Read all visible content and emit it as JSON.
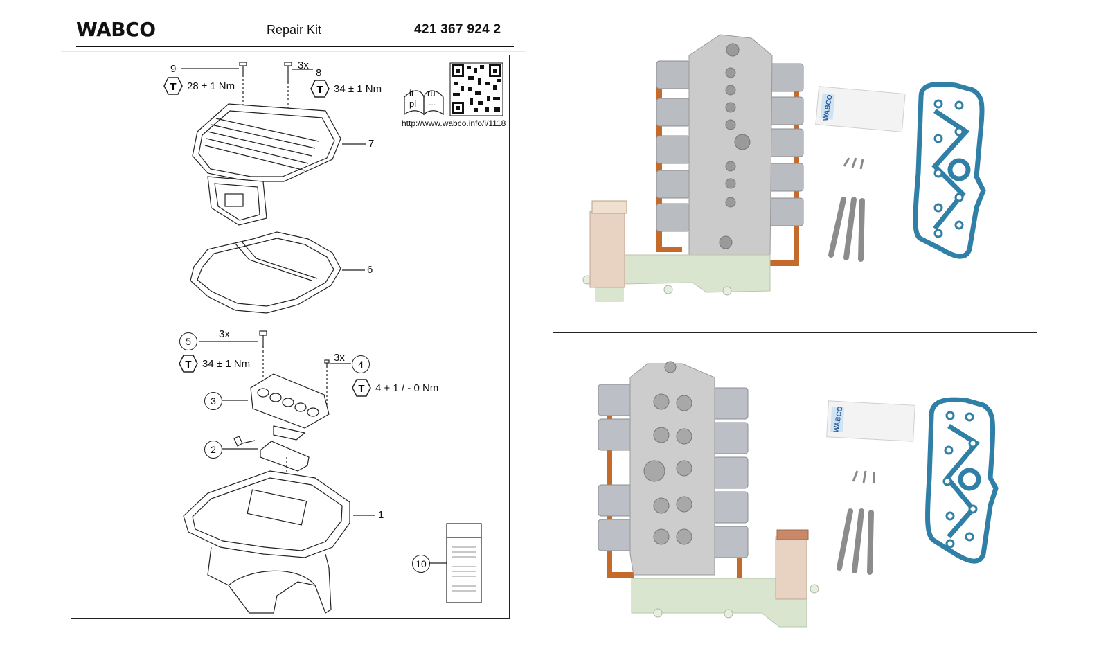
{
  "header": {
    "brand": "WABCO",
    "title": "Repair Kit",
    "part_number": "421 367 924 2"
  },
  "drawing": {
    "callouts": [
      {
        "id": "9",
        "torque": "28 ± 1 Nm"
      },
      {
        "id": "8",
        "qty": "3x",
        "torque": "34 ± 1 Nm"
      },
      {
        "id": "7"
      },
      {
        "id": "6"
      },
      {
        "id": "5",
        "qty": "3x",
        "torque": "34 ± 1 Nm"
      },
      {
        "id": "4",
        "qty": "3x",
        "torque": "4 + 1 / - 0 Nm"
      },
      {
        "id": "3"
      },
      {
        "id": "2"
      },
      {
        "id": "1"
      },
      {
        "id": "10"
      }
    ],
    "torque_symbol": "T",
    "languages": {
      "it": "it",
      "ru": "ru",
      "pl": "pl",
      "more": "..."
    },
    "url": "http://www.wabco.info/i/1118"
  },
  "photos": {
    "sachet_brand": "WABCO"
  },
  "colors": {
    "gasket_blue": "#2f7fa6",
    "wire_orange": "#c46a2a",
    "holder_green": "#d9e5cf",
    "aluminum": "#c8c8c8"
  }
}
